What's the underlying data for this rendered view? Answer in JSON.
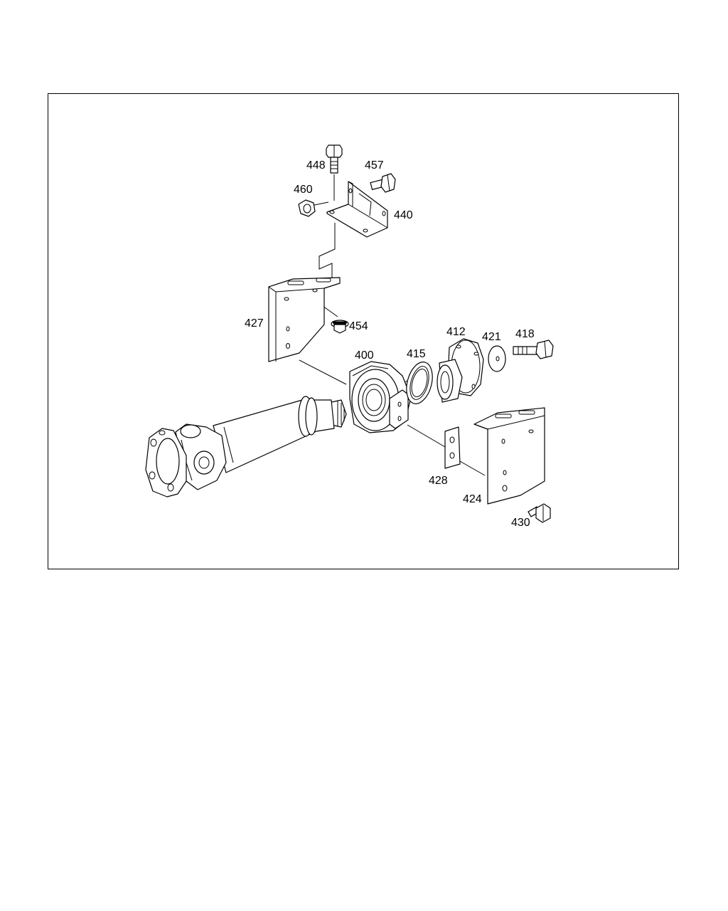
{
  "diagram": {
    "callouts": {
      "p448": "448",
      "p457": "457",
      "p460": "460",
      "p440": "440",
      "p427": "427",
      "p454": "454",
      "p400": "400",
      "p415": "415",
      "p412": "412",
      "p421": "421",
      "p418": "418",
      "p428": "428",
      "p424": "424",
      "p430": "430"
    }
  }
}
